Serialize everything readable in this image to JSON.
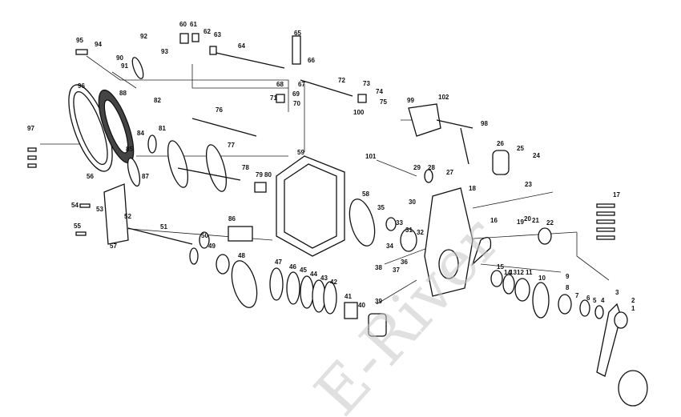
{
  "watermark": "E-River",
  "part_labels": [
    "1",
    "2",
    "3",
    "4",
    "5",
    "6",
    "7",
    "8",
    "9",
    "10",
    "11",
    "12",
    "13",
    "14",
    "15",
    "16",
    "17",
    "18",
    "19",
    "20",
    "21",
    "22",
    "23",
    "24",
    "25",
    "26",
    "27",
    "28",
    "29",
    "30",
    "31",
    "32",
    "33",
    "34",
    "35",
    "36",
    "37",
    "38",
    "39",
    "40",
    "41",
    "42",
    "43",
    "44",
    "45",
    "46",
    "47",
    "48",
    "49",
    "50",
    "51",
    "52",
    "53",
    "54",
    "55",
    "56",
    "57",
    "58",
    "59",
    "60",
    "61",
    "62",
    "63",
    "64",
    "65",
    "66",
    "67",
    "68",
    "69",
    "70",
    "71",
    "72",
    "73",
    "74",
    "75",
    "76",
    "77",
    "78",
    "79",
    "80",
    "81",
    "82",
    "84",
    "85",
    "86",
    "87",
    "88",
    "90",
    "91",
    "92",
    "93",
    "94",
    "95",
    "96",
    "97",
    "98",
    "99",
    "100",
    "101",
    "102"
  ]
}
